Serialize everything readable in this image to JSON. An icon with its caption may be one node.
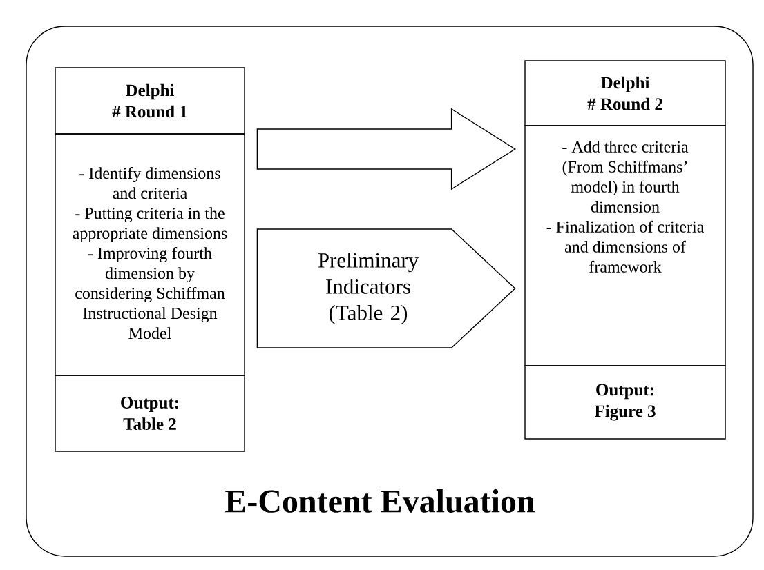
{
  "diagram": {
    "nodes": [
      {
        "text": [
          "E-Content Evaluation"
        ]
      },
      {
        "text": [
          "Delphi # Round 1",
          "- Identify dimensions and criteria",
          "- Putting criteria in the appropriate dimensions",
          "- Improving fourth dimension by considering Schiffman Instructional Design Model",
          "Output: Table 2"
        ],
        "in": 0
      },
      {
        "text": [
          "Delphi # Round 2",
          "**-** Add three criteria (From Schiffmans’ model) in fourth dimension",
          "**-** Finalization of criteria and dimensions of framework",
          "Output: Figure 3"
        ],
        "in": 0
      }
    ],
    "edges": [
      {
        "from": 1,
        "to": 2,
        "arrow": "to"
      },
      {
        "from": 1,
        "to": 2,
        "arrow": "to",
        "label": "Preliminary Indicators (Table 2)"
      }
    ]
  }
}
